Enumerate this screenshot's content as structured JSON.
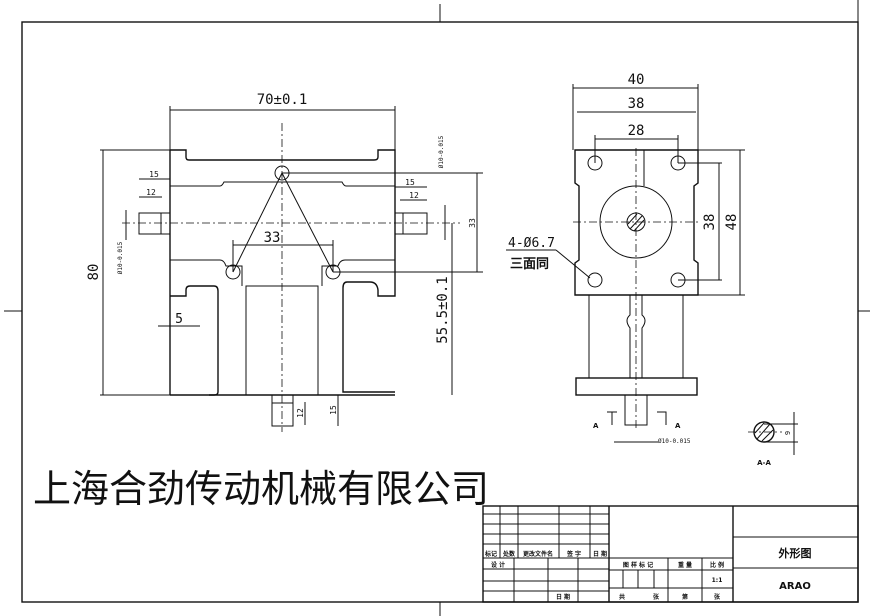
{
  "company_name": "上海合劲传动机械有限公司",
  "front_view": {
    "width_dim": "70±0.1",
    "height_dim": "80",
    "hole_spacing_dim": "33",
    "vertical_spacing_dim": "33",
    "shaft_height_dim": "55.5±0.1",
    "left_shaft_len_outer": "15",
    "left_shaft_len_inner": "12",
    "right_shaft_len_outer": "15",
    "right_shaft_len_inner": "12",
    "left_shaft_dia": "Ø10-0.015",
    "right_shaft_dia": "Ø10-0.015",
    "wall_dim": "5",
    "bottom_shaft_inner": "12",
    "bottom_shaft_outer": "15"
  },
  "side_view": {
    "width_outer": "40",
    "width_mid": "38",
    "hole_spacing_h": "28",
    "hole_spacing_v": "38",
    "height_outer": "48",
    "hole_note_1": "4-Ø6.7",
    "hole_note_2": "三面同",
    "section_mark_left": "A",
    "section_mark_right": "A",
    "shaft_dia": "Ø10-0.015"
  },
  "section": {
    "label": "A-A",
    "flat_dim": "9"
  },
  "title_block": {
    "rev_headers": [
      "标记",
      "处数",
      "更改文件名",
      "签 字",
      "日 期"
    ],
    "design": "设 计",
    "date": "日 期",
    "stage_mark": "图 样 标 记",
    "weight": "重 量",
    "scale_label": "比 例",
    "scale_value": "1:1",
    "total": "共",
    "sheets1": "张",
    "page": "第",
    "sheets2": "张",
    "drawing_name": "外形图",
    "drawing_code": "ARAO"
  }
}
